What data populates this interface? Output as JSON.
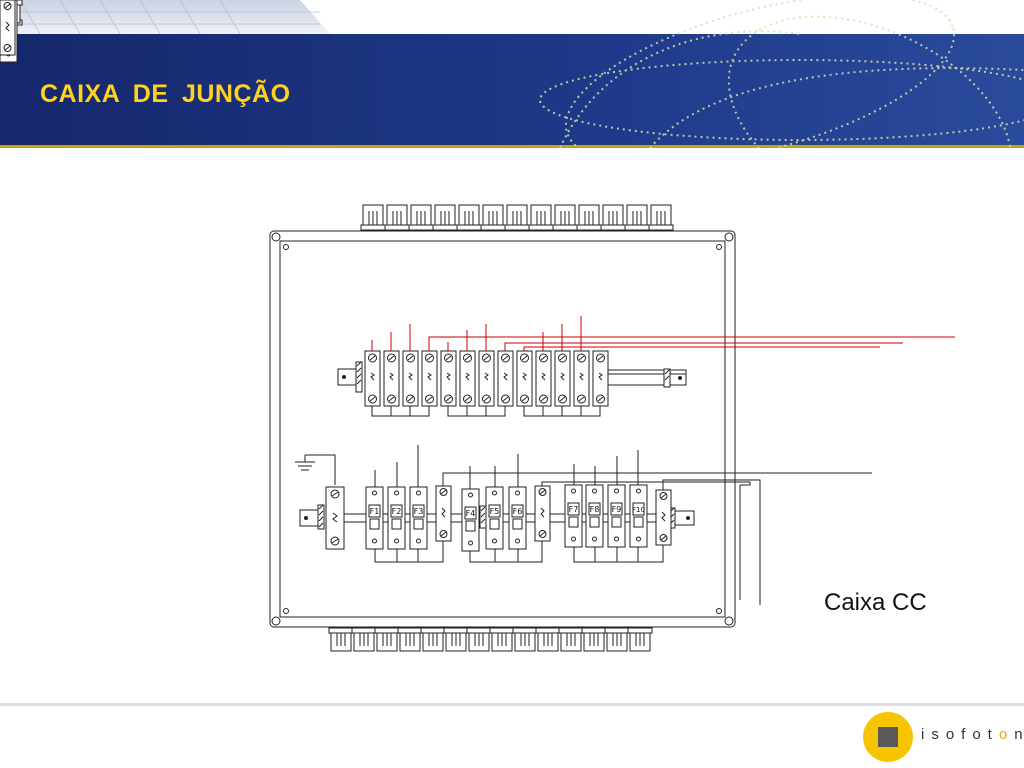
{
  "slide": {
    "title": "CAIXA  DE  JUNÇÃO",
    "caption": "Caixa CC"
  },
  "diagram": {
    "fuse_labels": [
      "F1",
      "F2",
      "F3",
      "F4",
      "F5",
      "F6",
      "F7",
      "F8",
      "F9",
      "F10"
    ]
  },
  "logo": {
    "text_start": "isofot",
    "text_accent": "o",
    "text_end": "n"
  },
  "colors": {
    "header_blue": "#1b2f78",
    "title_yellow": "#ffd21e",
    "wire_red": "#cc0000",
    "logo_yellow": "#f7c400"
  }
}
